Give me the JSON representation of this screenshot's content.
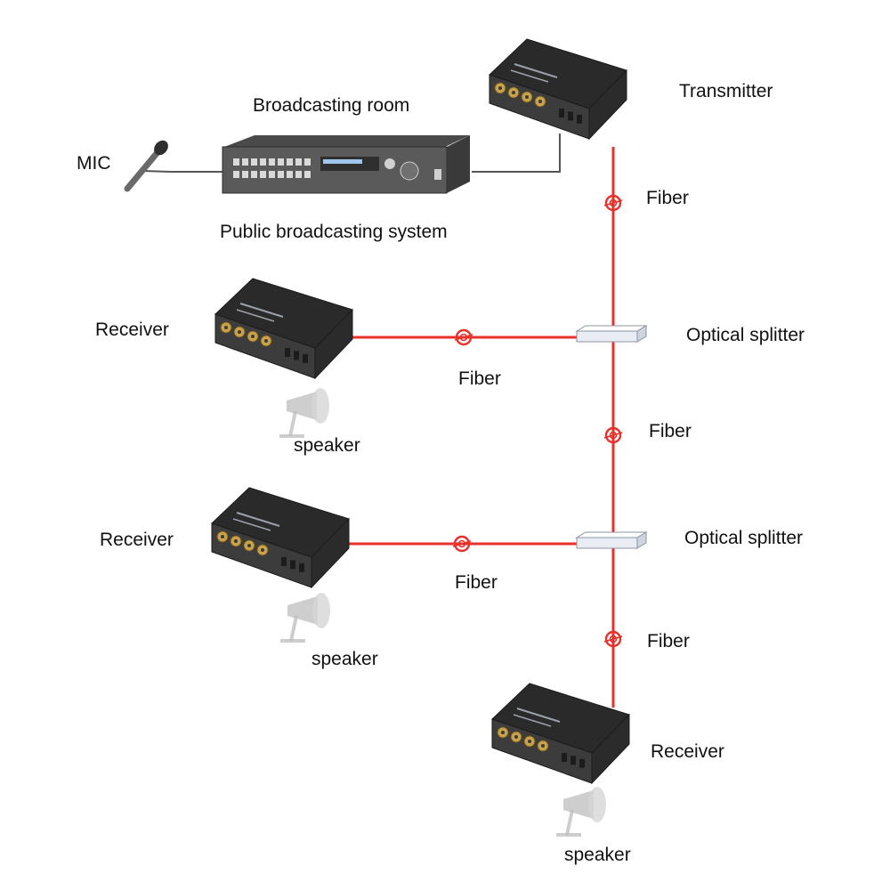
{
  "labels": {
    "mic": "MIC",
    "broadcasting_room": "Broadcasting room",
    "public_broadcasting_system": "Public broadcasting system",
    "transmitter": "Transmitter",
    "fiber": "Fiber",
    "optical_splitter": "Optical splitter",
    "receiver": "Receiver",
    "speaker": "speaker"
  },
  "colors": {
    "fiber": "#e8312a",
    "device_body": "#3c3c3c",
    "device_top": "#2a2a2a",
    "connector": "#c8a24a",
    "splitter": "#e9ecf2",
    "cable": "#555555",
    "speaker": "#bdbdbd"
  },
  "icons": {
    "microphone": "microphone-icon",
    "amplifier": "broadcast-amplifier-icon",
    "converter": "media-converter-icon",
    "splitter": "optical-splitter-icon",
    "speaker": "speaker-icon",
    "fiber_reel": "fiber-coil-icon"
  }
}
